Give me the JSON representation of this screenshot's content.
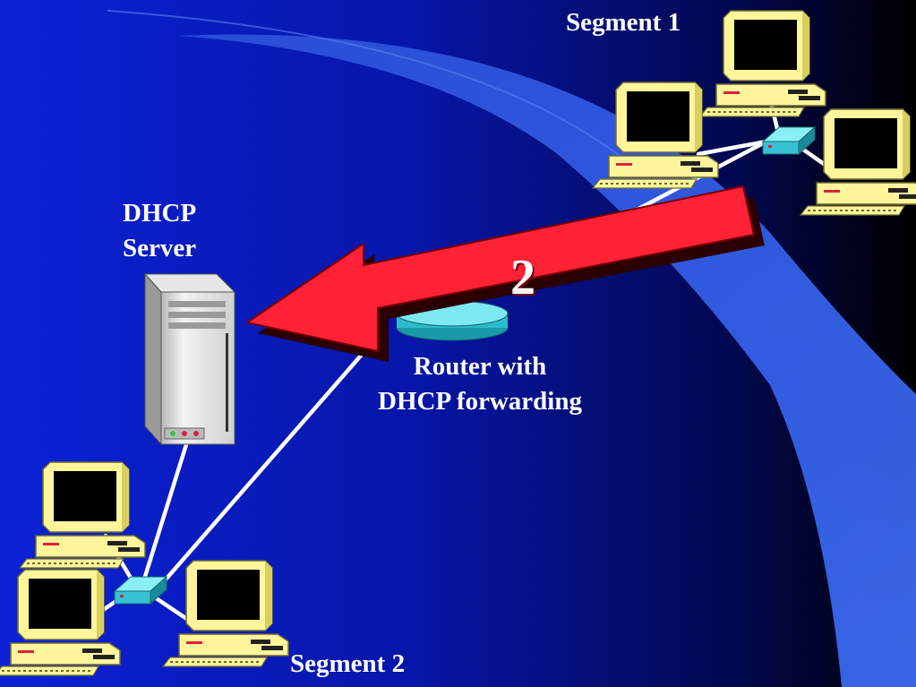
{
  "labels": {
    "segment1": "Segment 1",
    "segment2": "Segment 2",
    "dhcp_line1": "DHCP",
    "dhcp_line2": "Server",
    "router_line1": "Router with",
    "router_line2": "DHCP forwarding",
    "step_number": "2"
  },
  "icons": {
    "server": "server-tower-icon",
    "router": "router-icon",
    "hub": "network-hub-icon",
    "workstation": "desktop-computer-icon",
    "arrow": "red-arrow-icon"
  },
  "colors": {
    "background_left": "#0a1fd0",
    "background_right": "#000000",
    "curve_band": "#3a63e0",
    "arrow": "#ff2a3a",
    "hub": "#3ec8d8",
    "computer": "#fff7a0"
  }
}
